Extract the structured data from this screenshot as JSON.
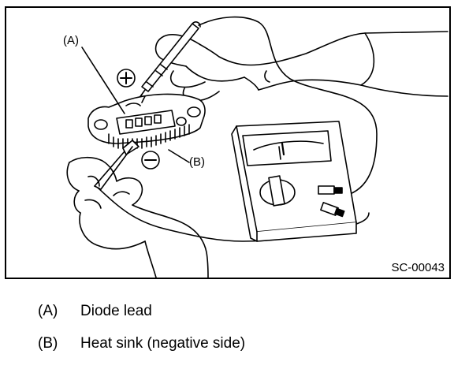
{
  "figure": {
    "code": "SC-00043",
    "callouts": {
      "a": "(A)",
      "b": "(B)"
    },
    "signs": {
      "positive": "+",
      "negative": "−"
    }
  },
  "legend": [
    {
      "key": "(A)",
      "text": "Diode lead"
    },
    {
      "key": "(B)",
      "text": "Heat sink (negative side)"
    }
  ]
}
